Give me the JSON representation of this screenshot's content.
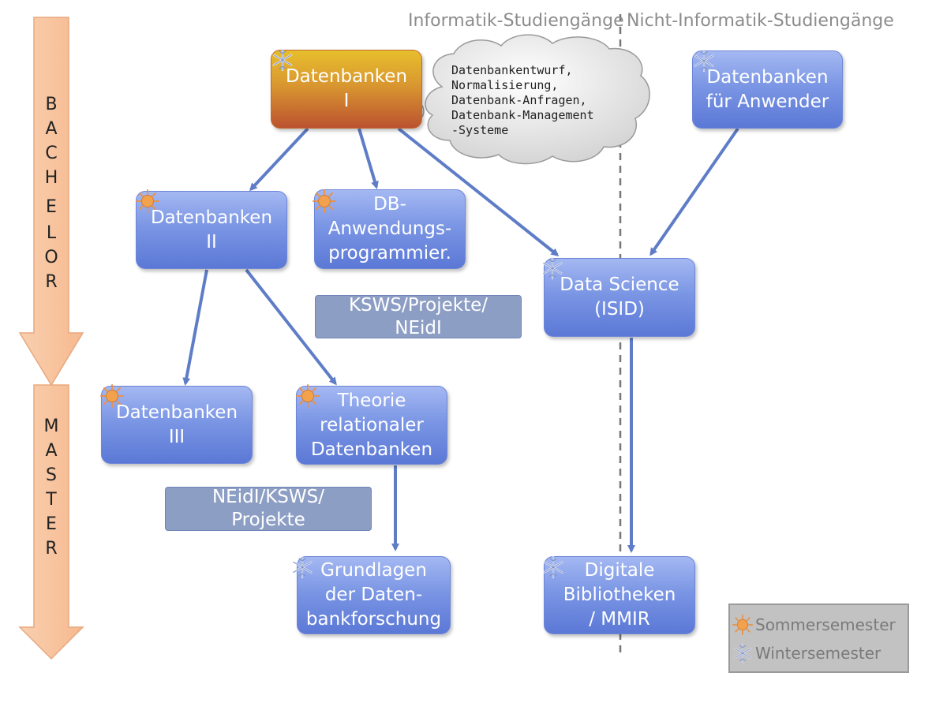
{
  "headers": {
    "informatik": "Informatik-Studiengänge",
    "nicht_informatik": "Nicht-Informatik-Studiengänge"
  },
  "side_labels": {
    "bachelor": [
      "B",
      "A",
      "C",
      "H",
      "E",
      "L",
      "O",
      "R"
    ],
    "master": [
      "M",
      "A",
      "S",
      "T",
      "E",
      "R"
    ]
  },
  "nodes": {
    "db1": {
      "label": "Datenbanken\nI",
      "semester": "winter"
    },
    "db_anwender": {
      "label": "Datenbanken\nfür Anwender",
      "semester": "winter"
    },
    "db2": {
      "label": "Datenbanken\nII",
      "semester": "summer"
    },
    "db_anw_prog": {
      "label": "DB-\nAnwendungs-\nprogrammier.",
      "semester": "summer"
    },
    "ksws1": {
      "label": "KSWS/Projekte/\nNEidI"
    },
    "data_science": {
      "label": "Data Science\n(ISID)",
      "semester": "winter"
    },
    "db3": {
      "label": "Datenbanken\nIII",
      "semester": "summer"
    },
    "theorie": {
      "label": "Theorie\nrelationaler\nDatenbanken",
      "semester": "summer"
    },
    "neidi2": {
      "label": "NEidI/KSWS/\nProjekte"
    },
    "grundlagen": {
      "label": "Grundlagen\nder Daten-\nbankforschung",
      "semester": "winter"
    },
    "digibib": {
      "label": "Digitale\nBibliotheken\n/ MMIR",
      "semester": "winter"
    }
  },
  "thought_bubble": "Datenbankentwurf,\nNormalisierung,\nDatenbank-Anfragen,\nDatenbank-Management\n       -Systeme",
  "legend": {
    "summer": "Sommersemester",
    "winter": "Wintersemester"
  },
  "colors": {
    "node_blue": "#6f8ce0",
    "node_featured": "#d99730",
    "node_plain": "#8d9ec4",
    "arrow": "#5f7dc7",
    "timeline": "#f3b58b",
    "divider": "#777777"
  },
  "icons": {
    "summer": "sun-icon",
    "winter": "snowflake-icon"
  }
}
